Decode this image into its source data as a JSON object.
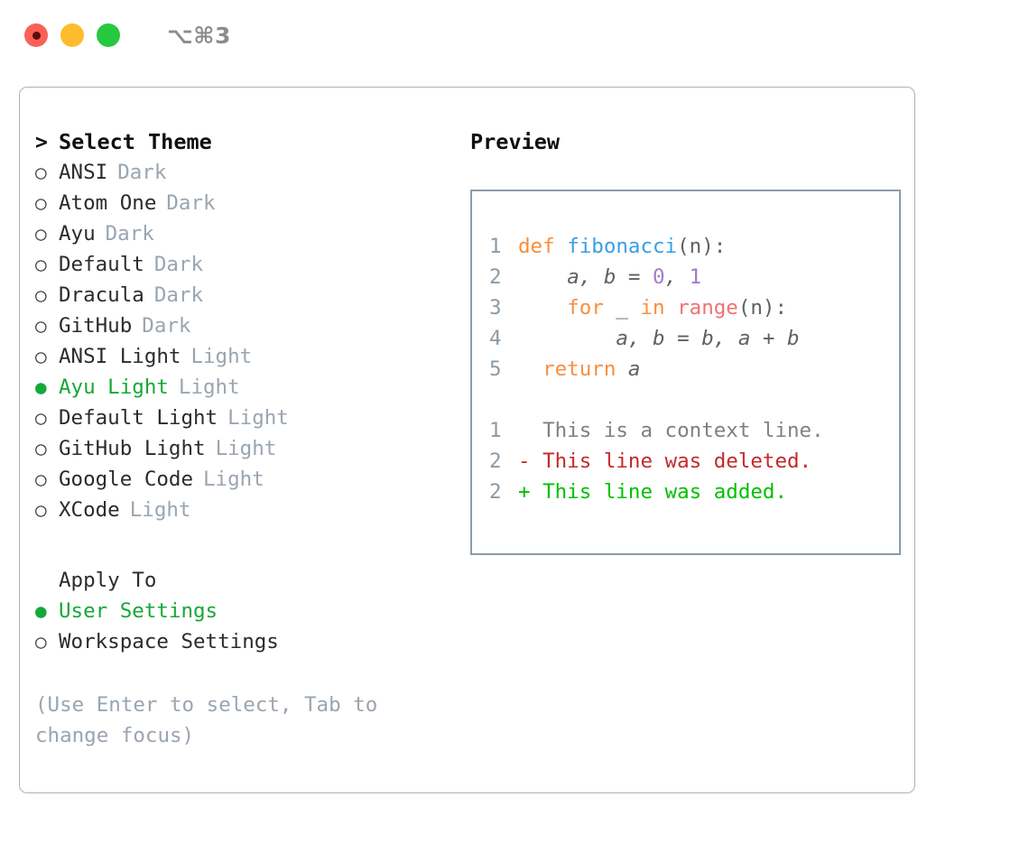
{
  "titlebar": {
    "shortcut": "⌥⌘3",
    "buttons": [
      {
        "name": "close",
        "color": "#FB6058"
      },
      {
        "name": "minimize",
        "color": "#FDBC2D"
      },
      {
        "name": "maximize",
        "color": "#26C83F"
      }
    ]
  },
  "theme_panel": {
    "marker": ">",
    "heading": "Select Theme",
    "bullet_selected": "●",
    "bullet_unselected": "○",
    "items": [
      {
        "name": "ANSI",
        "kind": "Dark",
        "selected": false
      },
      {
        "name": "Atom One",
        "kind": "Dark",
        "selected": false
      },
      {
        "name": "Ayu",
        "kind": "Dark",
        "selected": false
      },
      {
        "name": "Default",
        "kind": "Dark",
        "selected": false
      },
      {
        "name": "Dracula",
        "kind": "Dark",
        "selected": false
      },
      {
        "name": "GitHub",
        "kind": "Dark",
        "selected": false
      },
      {
        "name": "ANSI Light",
        "kind": "Light",
        "selected": false
      },
      {
        "name": "Ayu Light",
        "kind": "Light",
        "selected": true
      },
      {
        "name": "Default Light",
        "kind": "Light",
        "selected": false
      },
      {
        "name": "GitHub Light",
        "kind": "Light",
        "selected": false
      },
      {
        "name": "Google Code",
        "kind": "Light",
        "selected": false
      },
      {
        "name": "XCode",
        "kind": "Light",
        "selected": false
      }
    ]
  },
  "apply_to": {
    "heading": "Apply To",
    "options": [
      {
        "label": "User Settings",
        "selected": true
      },
      {
        "label": "Workspace Settings",
        "selected": false
      }
    ]
  },
  "hint": "(Use Enter to select, Tab to change focus)",
  "preview": {
    "title": "Preview",
    "code_lines": [
      {
        "no": "1",
        "tokens": [
          {
            "t": "def",
            "c": "kw"
          },
          {
            "t": " ",
            "c": "pun"
          },
          {
            "t": "fibonacci",
            "c": "fn"
          },
          {
            "t": "(n):",
            "c": "pun"
          }
        ]
      },
      {
        "no": "2",
        "tokens": [
          {
            "t": "    ",
            "c": "pun"
          },
          {
            "t": "a, b = ",
            "c": "var"
          },
          {
            "t": "0",
            "c": "num"
          },
          {
            "t": ", ",
            "c": "var"
          },
          {
            "t": "1",
            "c": "num"
          }
        ]
      },
      {
        "no": "3",
        "tokens": [
          {
            "t": "    ",
            "c": "pun"
          },
          {
            "t": "for",
            "c": "kw"
          },
          {
            "t": " _ ",
            "c": "var"
          },
          {
            "t": "in",
            "c": "kw"
          },
          {
            "t": " ",
            "c": "pun"
          },
          {
            "t": "range",
            "c": "bi"
          },
          {
            "t": "(n):",
            "c": "pun"
          }
        ]
      },
      {
        "no": "4",
        "tokens": [
          {
            "t": "        ",
            "c": "pun"
          },
          {
            "t": "a, b = b, a + b",
            "c": "var"
          }
        ]
      },
      {
        "no": "5",
        "tokens": [
          {
            "t": "  ",
            "c": "pun"
          },
          {
            "t": "return",
            "c": "kw"
          },
          {
            "t": " ",
            "c": "pun"
          },
          {
            "t": "a",
            "c": "var"
          }
        ]
      }
    ],
    "diff_lines": [
      {
        "no": "1",
        "sign": " ",
        "text": " This is a context line.",
        "kind": "d-ctx"
      },
      {
        "no": "2",
        "sign": "-",
        "text": " This line was deleted.",
        "kind": "d-del"
      },
      {
        "no": "2",
        "sign": "+",
        "text": " This line was added.",
        "kind": "d-add"
      }
    ]
  },
  "colors": {
    "accent_green": "#16A837",
    "muted": "#9AA5B1",
    "border": "#A9B3BE",
    "preview_border": "#8D9BAA",
    "syntax_keyword": "#FA8D3E",
    "syntax_function": "#399EE6",
    "syntax_number": "#A37ACC",
    "syntax_builtin": "#F07171",
    "syntax_variable": "#5C6166",
    "diff_added": "#00C000",
    "diff_deleted": "#C62828",
    "diff_context": "#808080"
  }
}
